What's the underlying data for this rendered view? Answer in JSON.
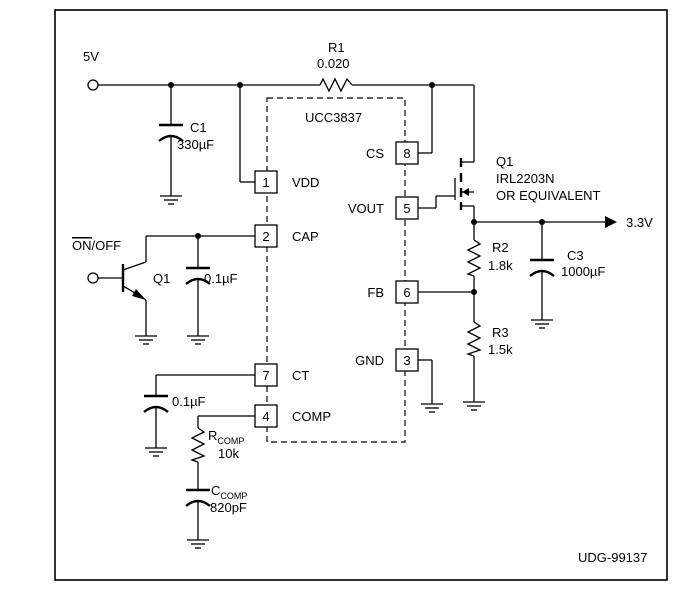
{
  "supply": {
    "input_label": "5V",
    "output_label": "3.3V"
  },
  "ic": {
    "name": "UCC3837",
    "pins": [
      {
        "number": "8",
        "name": "CS"
      },
      {
        "number": "1",
        "name": "VDD"
      },
      {
        "number": "5",
        "name": "VOUT"
      },
      {
        "number": "2",
        "name": "CAP"
      },
      {
        "number": "6",
        "name": "FB"
      },
      {
        "number": "3",
        "name": "GND"
      },
      {
        "number": "7",
        "name": "CT"
      },
      {
        "number": "4",
        "name": "COMP"
      }
    ]
  },
  "components": {
    "r1": {
      "ref": "R1",
      "value": "0.020"
    },
    "c1": {
      "ref": "C1",
      "value": "330µF"
    },
    "q1_mosfet": {
      "ref": "Q1",
      "part": "IRL2203N",
      "note": "OR EQUIVALENT"
    },
    "q1_bjt": {
      "ref": "Q1"
    },
    "c_cap": {
      "value": "0.1µF"
    },
    "c_ct": {
      "value": "0.1µF"
    },
    "r2": {
      "ref": "R2",
      "value": "1.8k"
    },
    "r3": {
      "ref": "R3",
      "value": "1.5k"
    },
    "c3": {
      "ref": "C3",
      "value": "1000µF"
    },
    "r_comp": {
      "ref_main": "R",
      "ref_sub": "COMP",
      "value": "10k"
    },
    "c_comp": {
      "ref_main": "C",
      "ref_sub": "COMP",
      "value": "820pF"
    }
  },
  "control": {
    "on_label": "ON",
    "off_label": "/OFF"
  },
  "figure_id": "UDG-99137"
}
